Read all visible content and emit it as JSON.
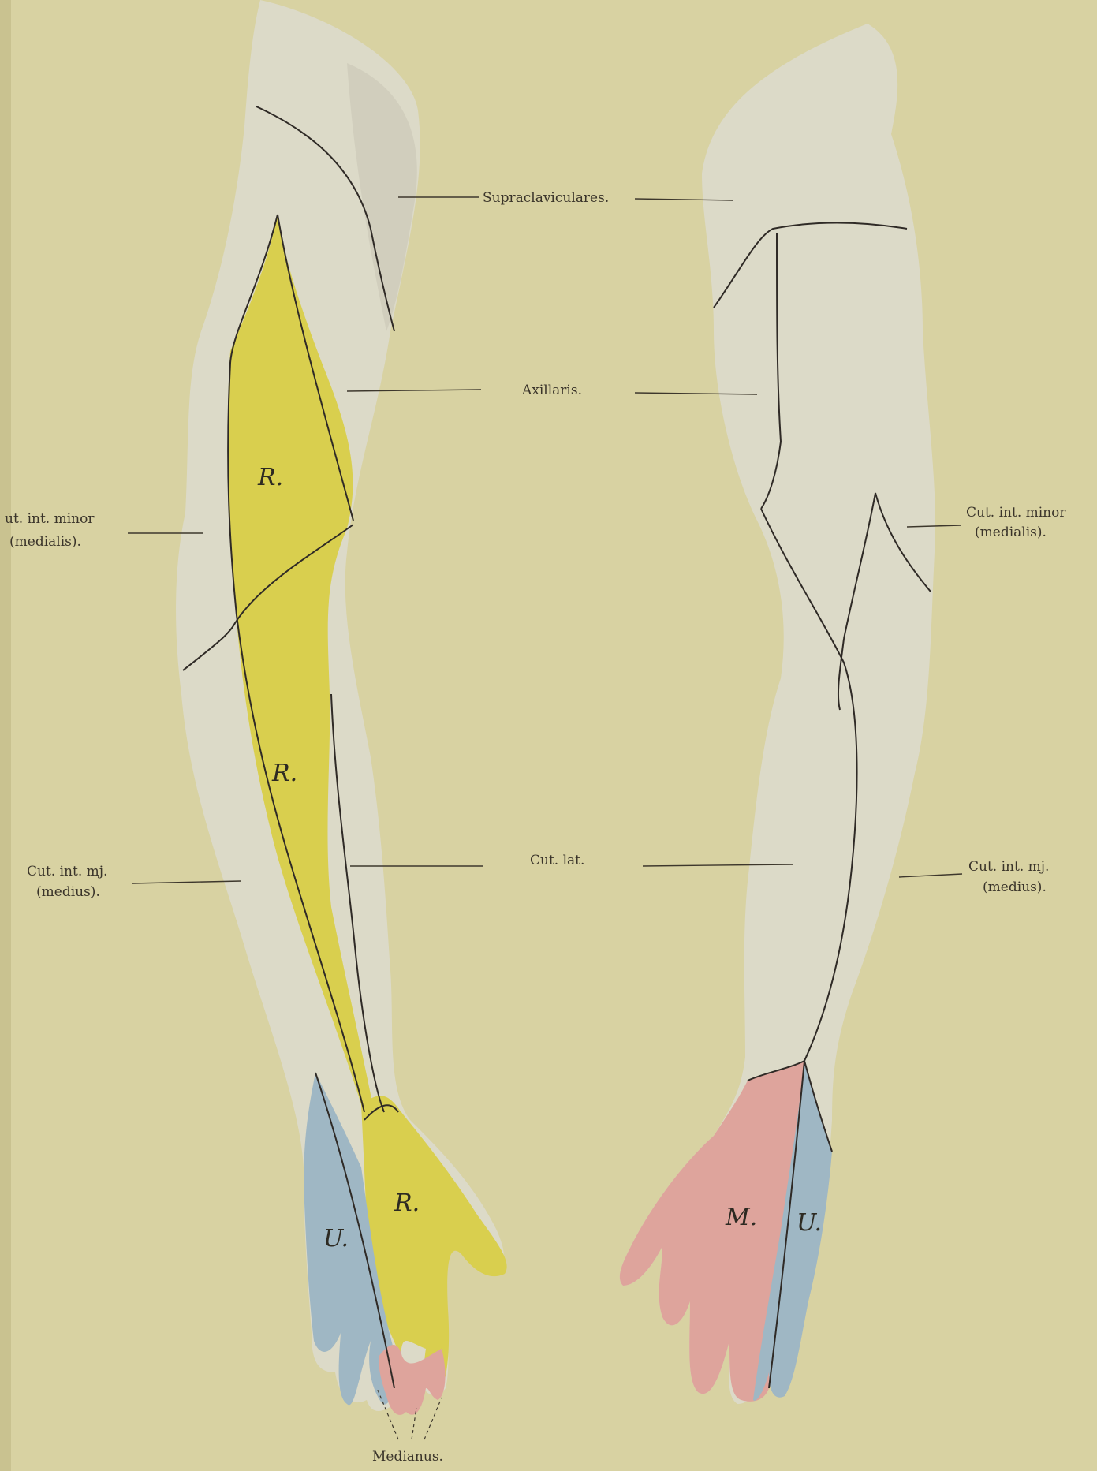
{
  "colors": {
    "paper": "#d8d2a2",
    "skin": "#dcdac8",
    "radialis": "#d9cf4e",
    "ulnaris": "#9fb7c4",
    "medianus": "#dea49c",
    "outline": "#2f2a26"
  },
  "labels": {
    "supraclaviculares": "Supraclaviculares.",
    "axillaris": "Axillaris.",
    "cut_int_minor_left_line1": "ut. int. minor",
    "cut_int_minor_left_line2": "(medialis).",
    "cut_int_minor_right_line1": "Cut. int. minor",
    "cut_int_minor_right_line2": "(medialis).",
    "cut_lat": "Cut. lat.",
    "cut_int_mj_left_line1": "Cut. int. mj.",
    "cut_int_mj_left_line2": "(medius).",
    "cut_int_mj_right_line1": "Cut. int. mj.",
    "cut_int_mj_right_line2": "(medius).",
    "medianus": "Medianus."
  },
  "regions": {
    "r_upper": "R.",
    "r_forearm": "R.",
    "r_hand": "R.",
    "u_left": "U.",
    "m_right": "M.",
    "u_right": "U."
  }
}
